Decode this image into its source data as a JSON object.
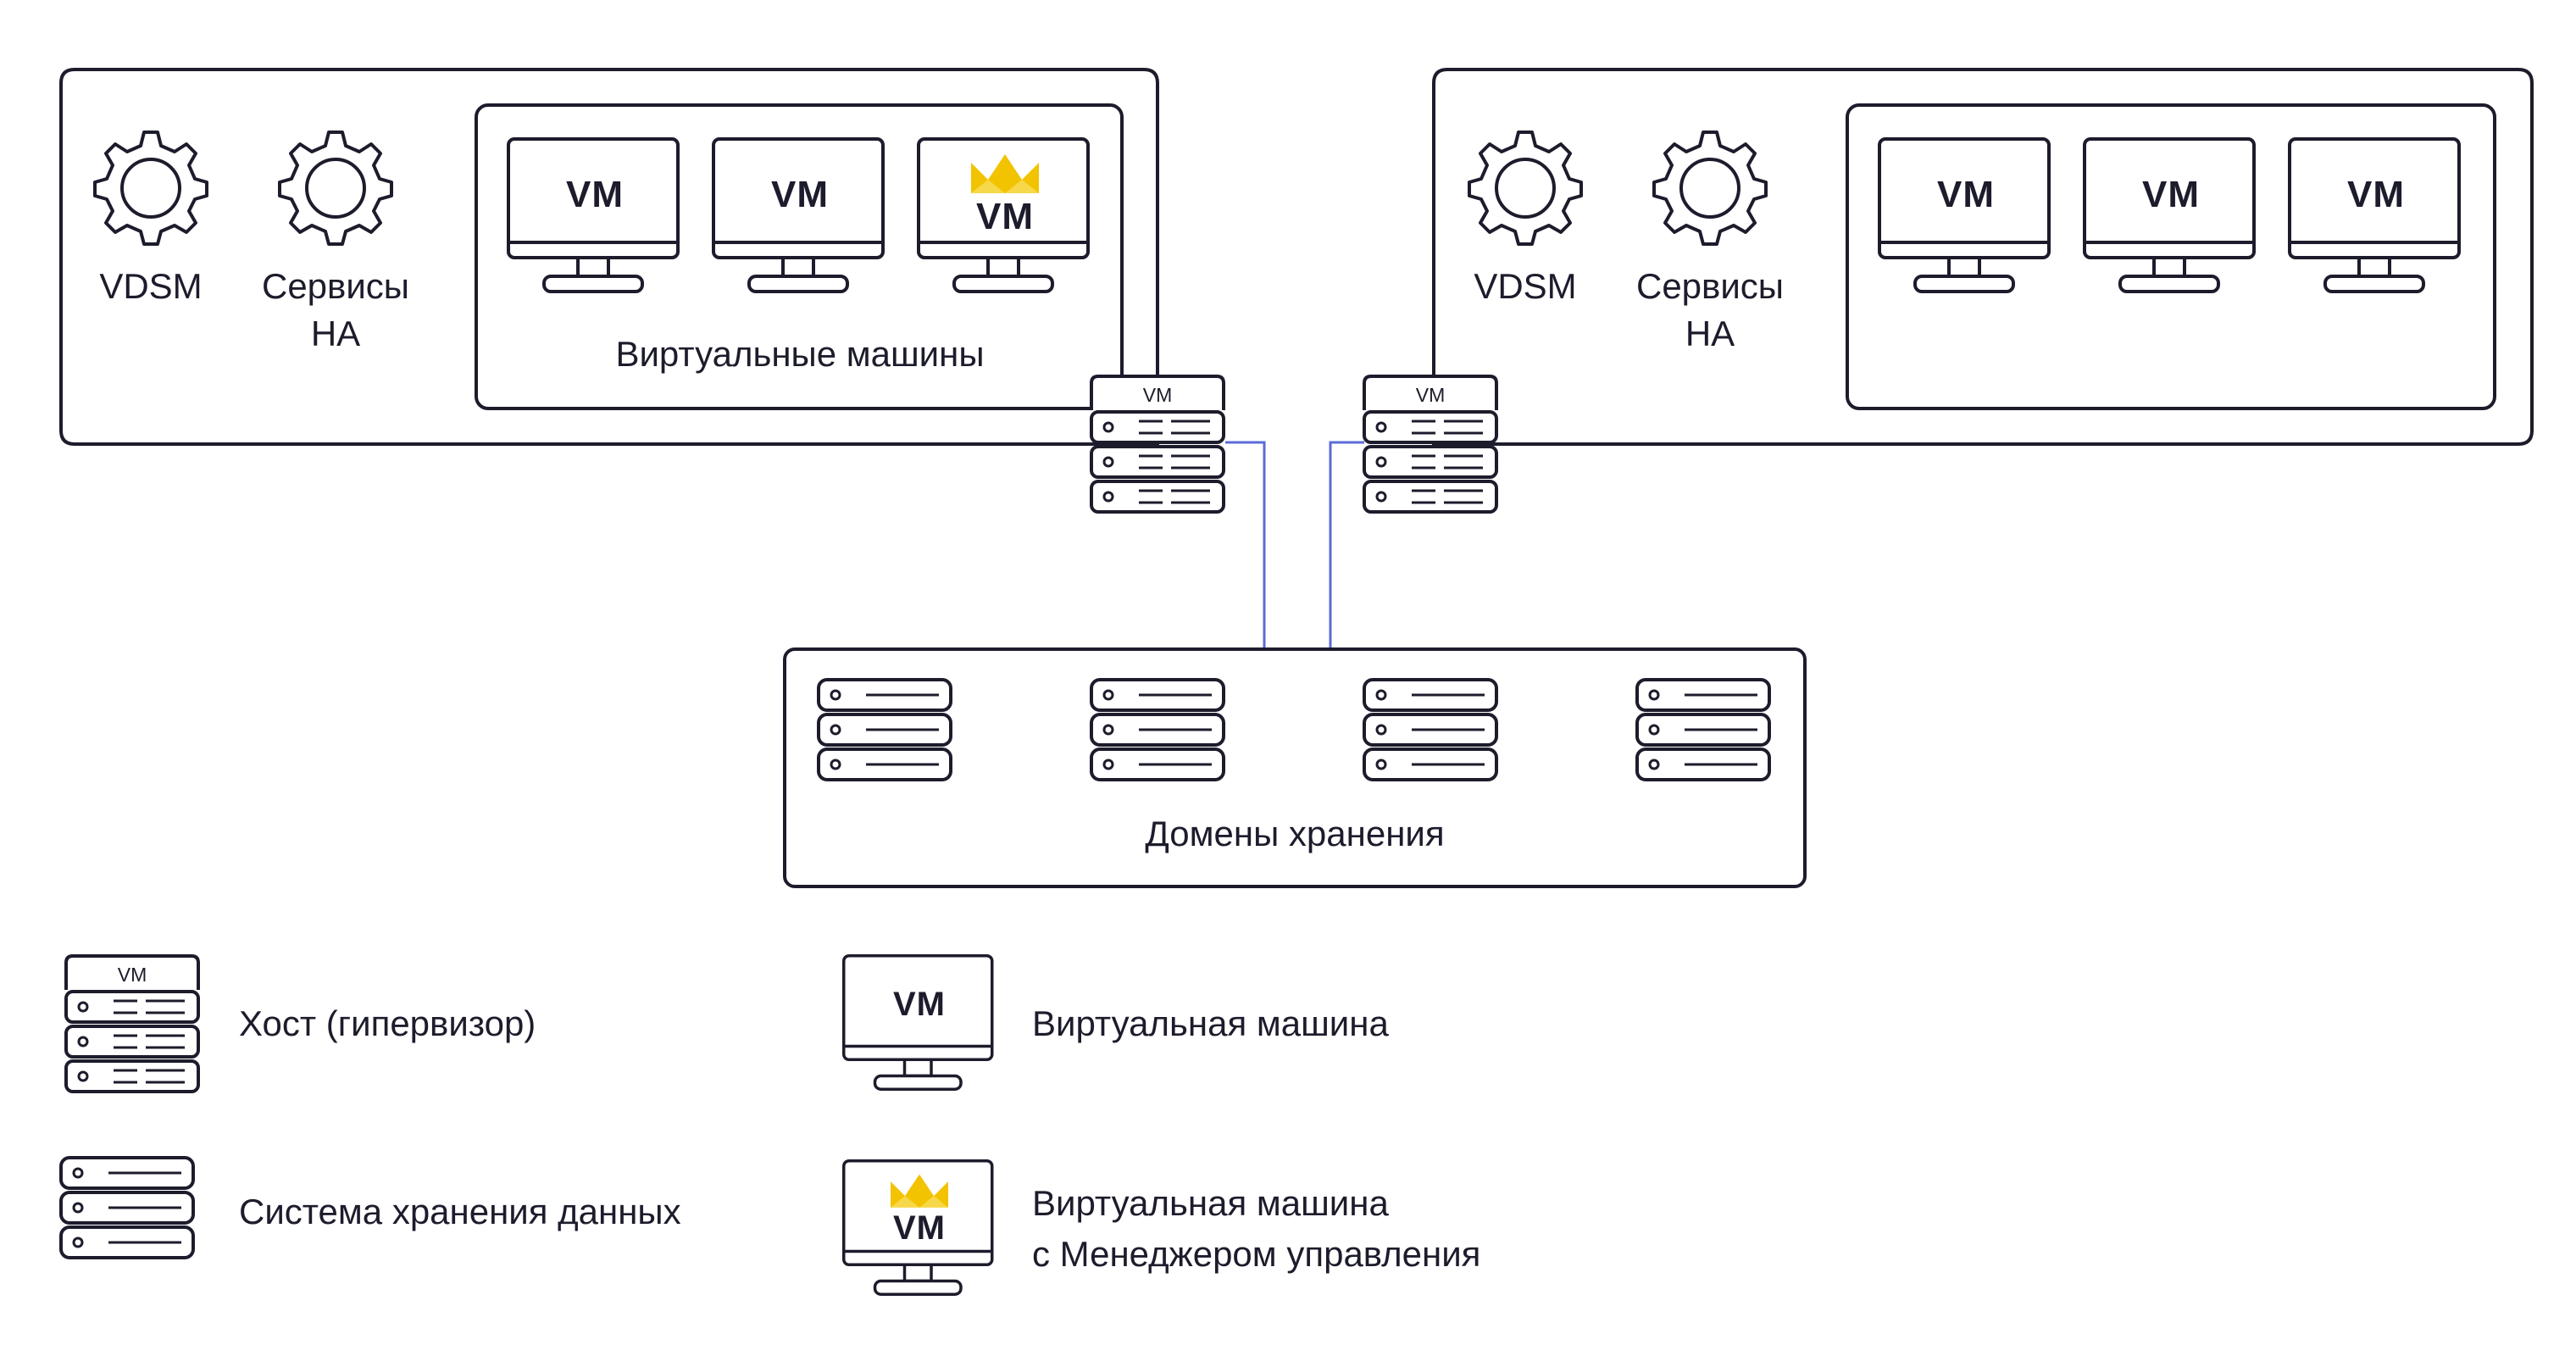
{
  "host1": {
    "vdsm_label": "VDSM",
    "ha_label_line1": "Сервисы",
    "ha_label_line2": "HA",
    "vm_group_label": "Виртуальные машины",
    "vms": [
      "VM",
      "VM",
      "VM"
    ],
    "manager_vm_index": 2,
    "host_icon_tag": "VM"
  },
  "host2": {
    "vdsm_label": "VDSM",
    "ha_label_line1": "Сервисы",
    "ha_label_line2": "HA",
    "vms": [
      "VM",
      "VM",
      "VM"
    ],
    "host_icon_tag": "VM"
  },
  "storage": {
    "label": "Домены хранения",
    "unit_count": 4
  },
  "legend": {
    "host_icon_tag": "VM",
    "host_label": "Хост (гипервизор)",
    "storage_label": "Система хранения данных",
    "vm_icon_text": "VM",
    "vm_label": "Виртуальная машина",
    "manager_vm_icon_text": "VM",
    "manager_vm_label_line1": "Виртуальная машина",
    "manager_vm_label_line2": "с Менеджером управления"
  },
  "colors": {
    "stroke": "#1c1c2c",
    "link": "#5b6bd9",
    "crown": "#f2c300"
  }
}
